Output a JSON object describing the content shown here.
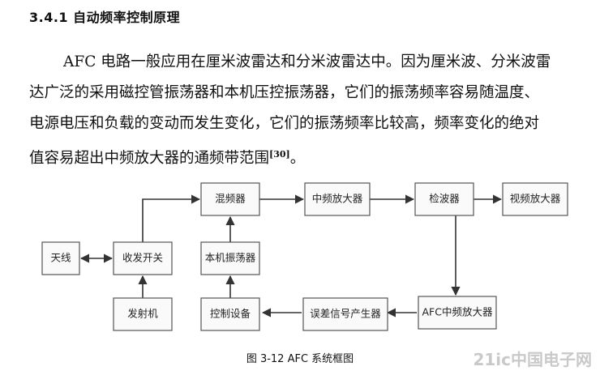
{
  "section": {
    "heading": "3.4.1 自动频率控制原理"
  },
  "paragraph": {
    "line1": "AFC 电路一般应用在厘米波雷达和分米波雷达中。因为厘米波、分米波雷",
    "line2": "达广泛的采用磁控管振荡器和本机压控振荡器，它们的振荡频率容易随温度、",
    "line3": "电源电压和负载的变动而发生变化，它们的振荡频率比较高，频率变化的绝对",
    "line4": "值容易超出中频放大器的通频带范围",
    "ref": "[30]",
    "end": "。"
  },
  "diagram": {
    "blocks": {
      "antenna": "天线",
      "tr_switch": "收发开关",
      "transmitter": "发射机",
      "mixer": "混频器",
      "local_osc": "本机振荡器",
      "control": "控制设备",
      "if_amp": "中频放大器",
      "detector": "检波器",
      "video_amp": "视频放大器",
      "error_gen": "误差信号产生器",
      "afc_if_amp": "AFC中频放大器"
    }
  },
  "caption": "图 3-12 AFC 系统框图",
  "watermark": "21ic中国电子网"
}
